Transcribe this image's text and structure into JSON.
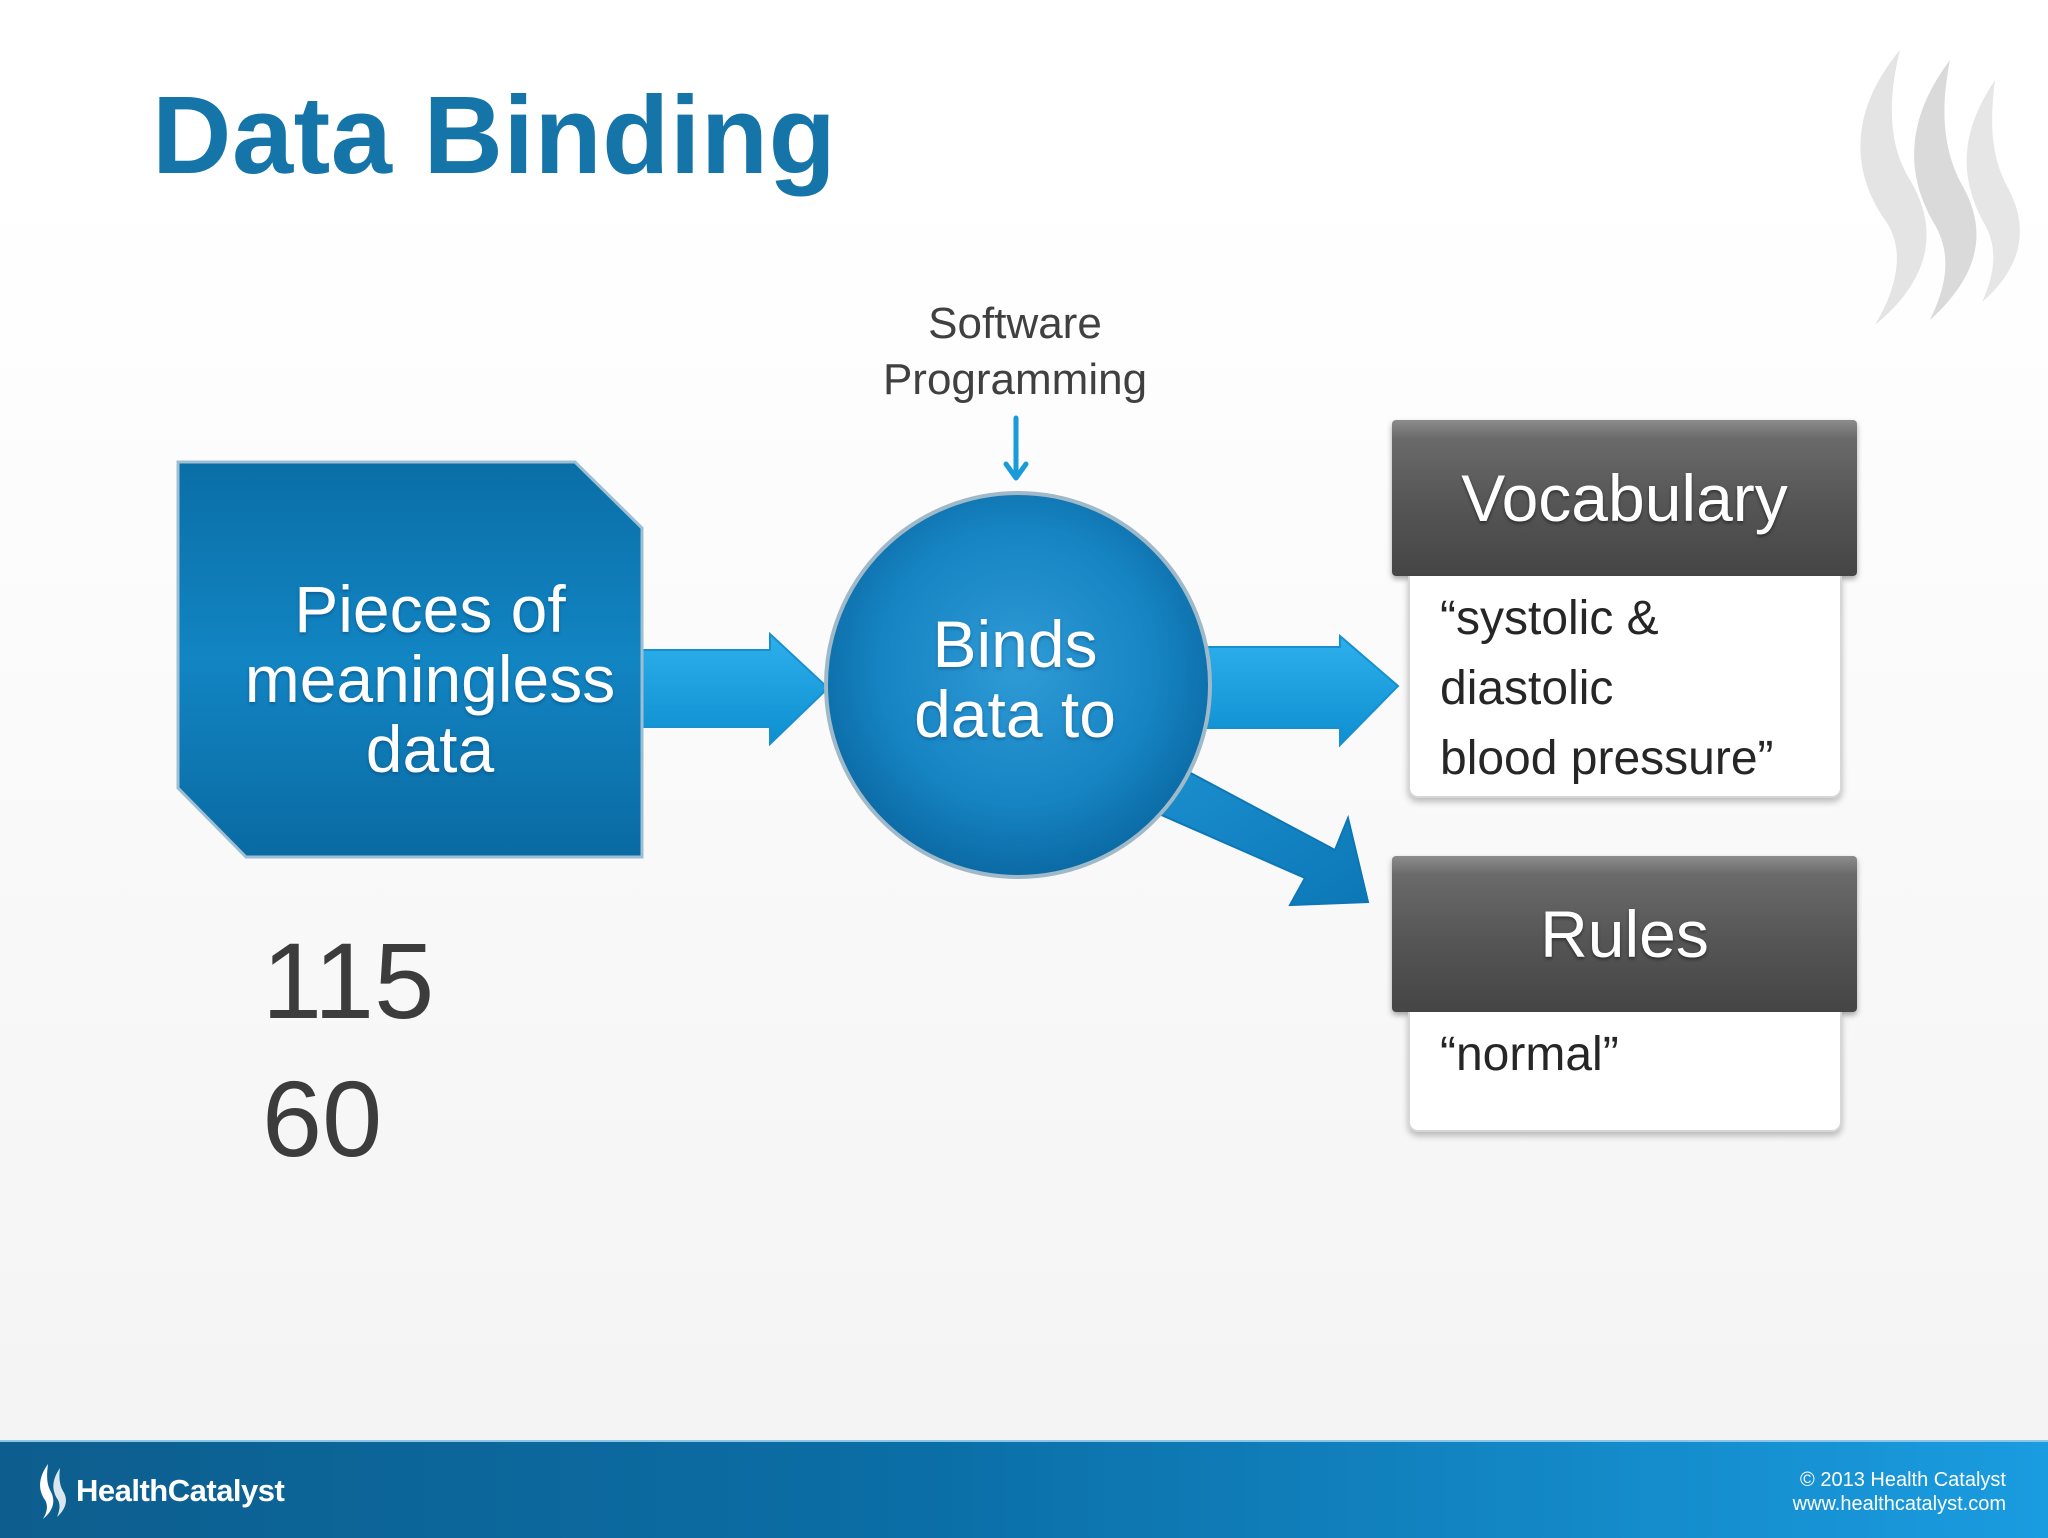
{
  "slide": {
    "title": "Data Binding"
  },
  "diagram": {
    "software_label_line1": "Software",
    "software_label_line2": "Programming",
    "source_line1": "Pieces of",
    "source_line2": "meaningless",
    "source_line3": "data",
    "binder_line1": "Binds",
    "binder_line2": "data to",
    "sample_values": [
      "115",
      "60"
    ],
    "vocabulary": {
      "header": "Vocabulary",
      "lines": [
        "“systolic &",
        "diastolic",
        "blood pressure”"
      ]
    },
    "rules": {
      "header": "Rules",
      "lines": [
        "“normal”"
      ]
    }
  },
  "footer": {
    "brand": "HealthCatalyst",
    "copyright": "© 2013 Health Catalyst",
    "website": "www.healthcatalyst.com"
  },
  "colors": {
    "title": "#1675a8",
    "shape_fill": "#0f7db6",
    "arrow": "#1aa0dc",
    "header_box": "#555555",
    "footer": "#0b6ea6"
  },
  "icons": {
    "watermark": "flame-icon",
    "logo": "flame-icon"
  }
}
